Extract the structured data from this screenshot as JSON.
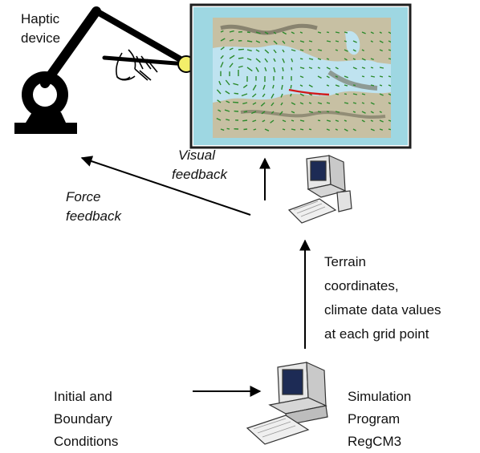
{
  "labels": {
    "haptic_device": [
      "Haptic",
      "device"
    ],
    "visual_feedback": [
      "Visual",
      "feedback"
    ],
    "force_feedback": [
      "Force",
      "feedback"
    ],
    "data_stream": [
      "Terrain",
      "coordinates,",
      "climate data values",
      "at each grid point"
    ],
    "inputs": [
      "Initial and",
      "Boundary",
      "Conditions"
    ],
    "simulation": [
      "Simulation",
      "Program",
      "RegCM3"
    ]
  },
  "colors": {
    "arm": "#000000",
    "stylus_tip": "#f3ee6a",
    "screen_frame": "#9ed7e2",
    "map_sea": "#bfe3f0",
    "map_land": "#c7c0a3",
    "vector_field": "#2b8a2b",
    "hot_path": "#d21a1a",
    "computer": "#e7e7e7"
  },
  "icons": [
    "haptic-arm-icon",
    "hand-icon",
    "map-display-icon",
    "client-computer-icon",
    "server-computer-icon"
  ]
}
